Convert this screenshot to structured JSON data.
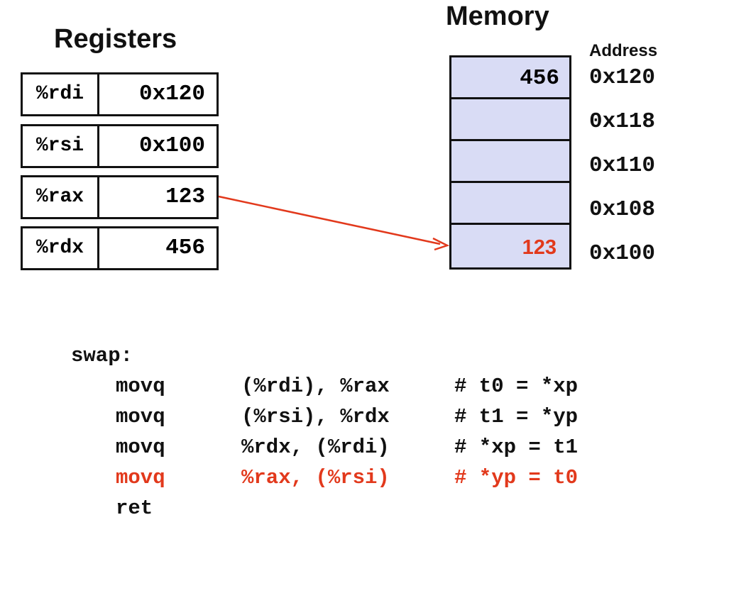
{
  "registers": {
    "title": "Registers",
    "rows": [
      {
        "name": "%rdi",
        "value": "0x120"
      },
      {
        "name": "%rsi",
        "value": "0x100"
      },
      {
        "name": "%rax",
        "value": "123"
      },
      {
        "name": "%rdx",
        "value": "456"
      }
    ]
  },
  "memory": {
    "title": "Memory",
    "address_label": "Address",
    "cells": [
      {
        "value": "456",
        "address": "0x120"
      },
      {
        "value": "",
        "address": "0x118"
      },
      {
        "value": "",
        "address": "0x110"
      },
      {
        "value": "",
        "address": "0x108"
      },
      {
        "value": "123",
        "address": "0x100",
        "highlight": true
      }
    ]
  },
  "code": {
    "label": "swap:",
    "lines": [
      {
        "op": "movq",
        "args": "(%rdi), %rax",
        "comment": "# t0 = *xp"
      },
      {
        "op": "movq",
        "args": "(%rsi), %rdx",
        "comment": "# t1 = *yp"
      },
      {
        "op": "movq",
        "args": "%rdx, (%rdi)",
        "comment": "# *xp = t1"
      },
      {
        "op": "movq",
        "args": "%rax, (%rsi)",
        "comment": "# *yp = t0",
        "highlight": true
      },
      {
        "op": "ret",
        "args": "",
        "comment": ""
      }
    ]
  },
  "colors": {
    "highlight": "#e2391c",
    "memory_fill": "#d9dcf5"
  }
}
